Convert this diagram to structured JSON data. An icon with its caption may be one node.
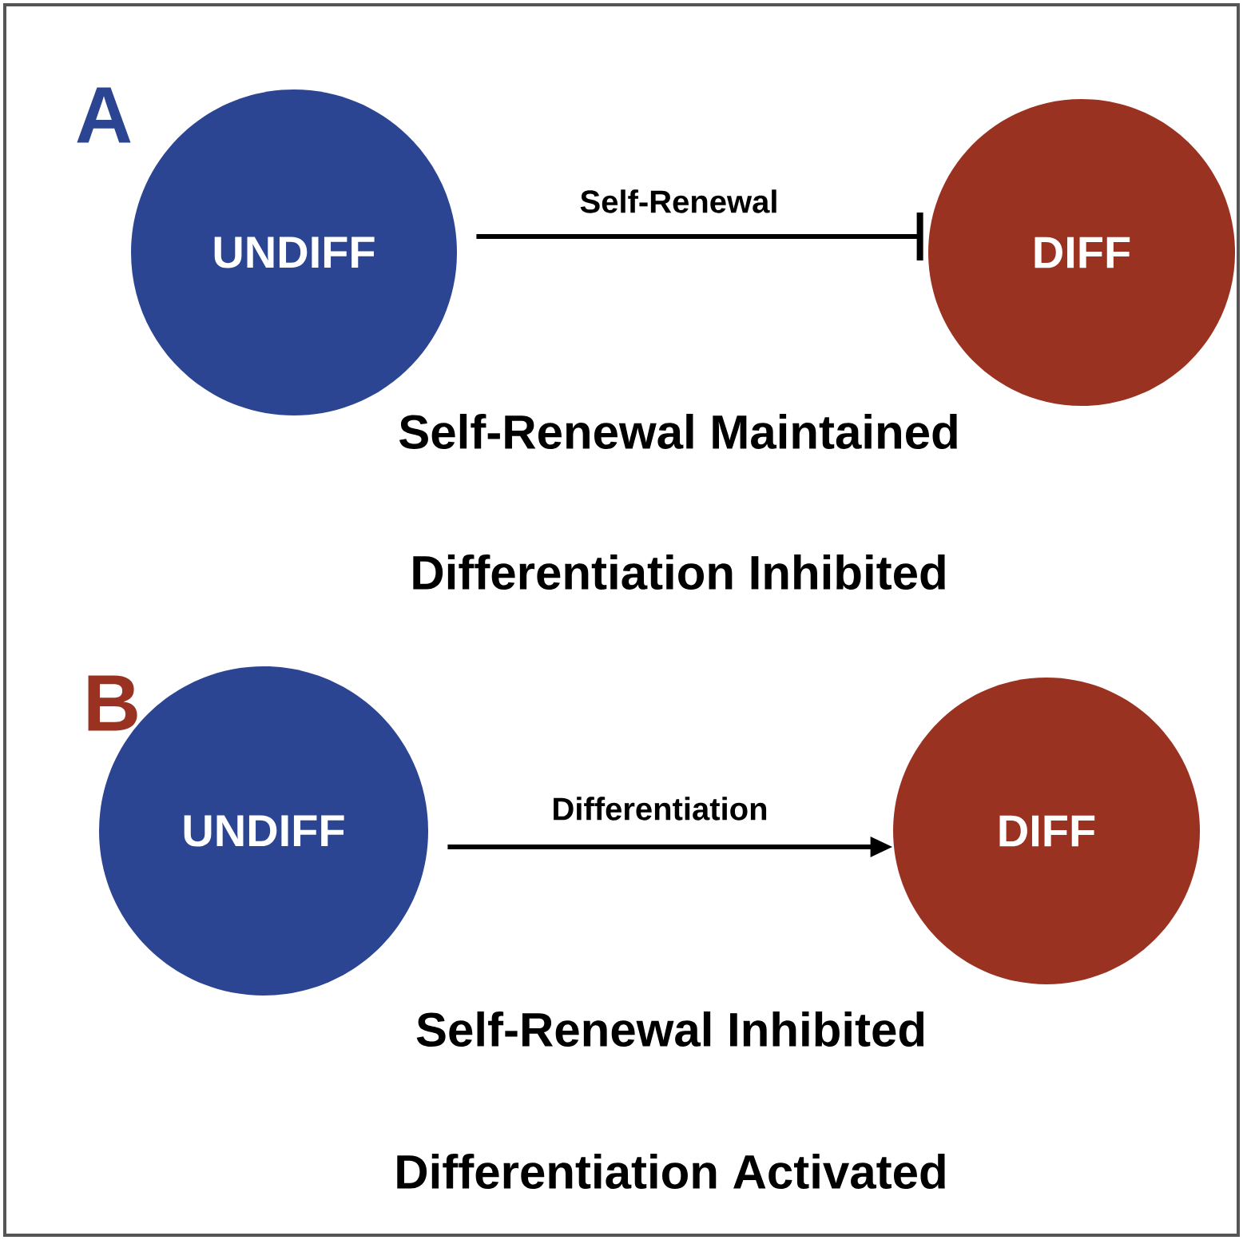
{
  "diagram": {
    "nodes": [
      {
        "text": [
          "UNDIFF"
        ]
      },
      {
        "text": [
          "DIFF"
        ]
      },
      {
        "text": [
          "UNDIFF"
        ]
      },
      {
        "text": [
          "DIFF"
        ]
      }
    ],
    "edges": [
      {
        "from": 0,
        "to": 1,
        "arrow": "other",
        "label": "Self-Renewal"
      },
      {
        "from": 2,
        "to": 3,
        "arrow": "to",
        "label": "Differentiation"
      }
    ],
    "labels": [
      "A",
      "Self-Renewal Maintained",
      "Differentiation Inhibited",
      "B",
      "Self-Renewal Inhibited",
      "Differentiation Activated"
    ]
  }
}
